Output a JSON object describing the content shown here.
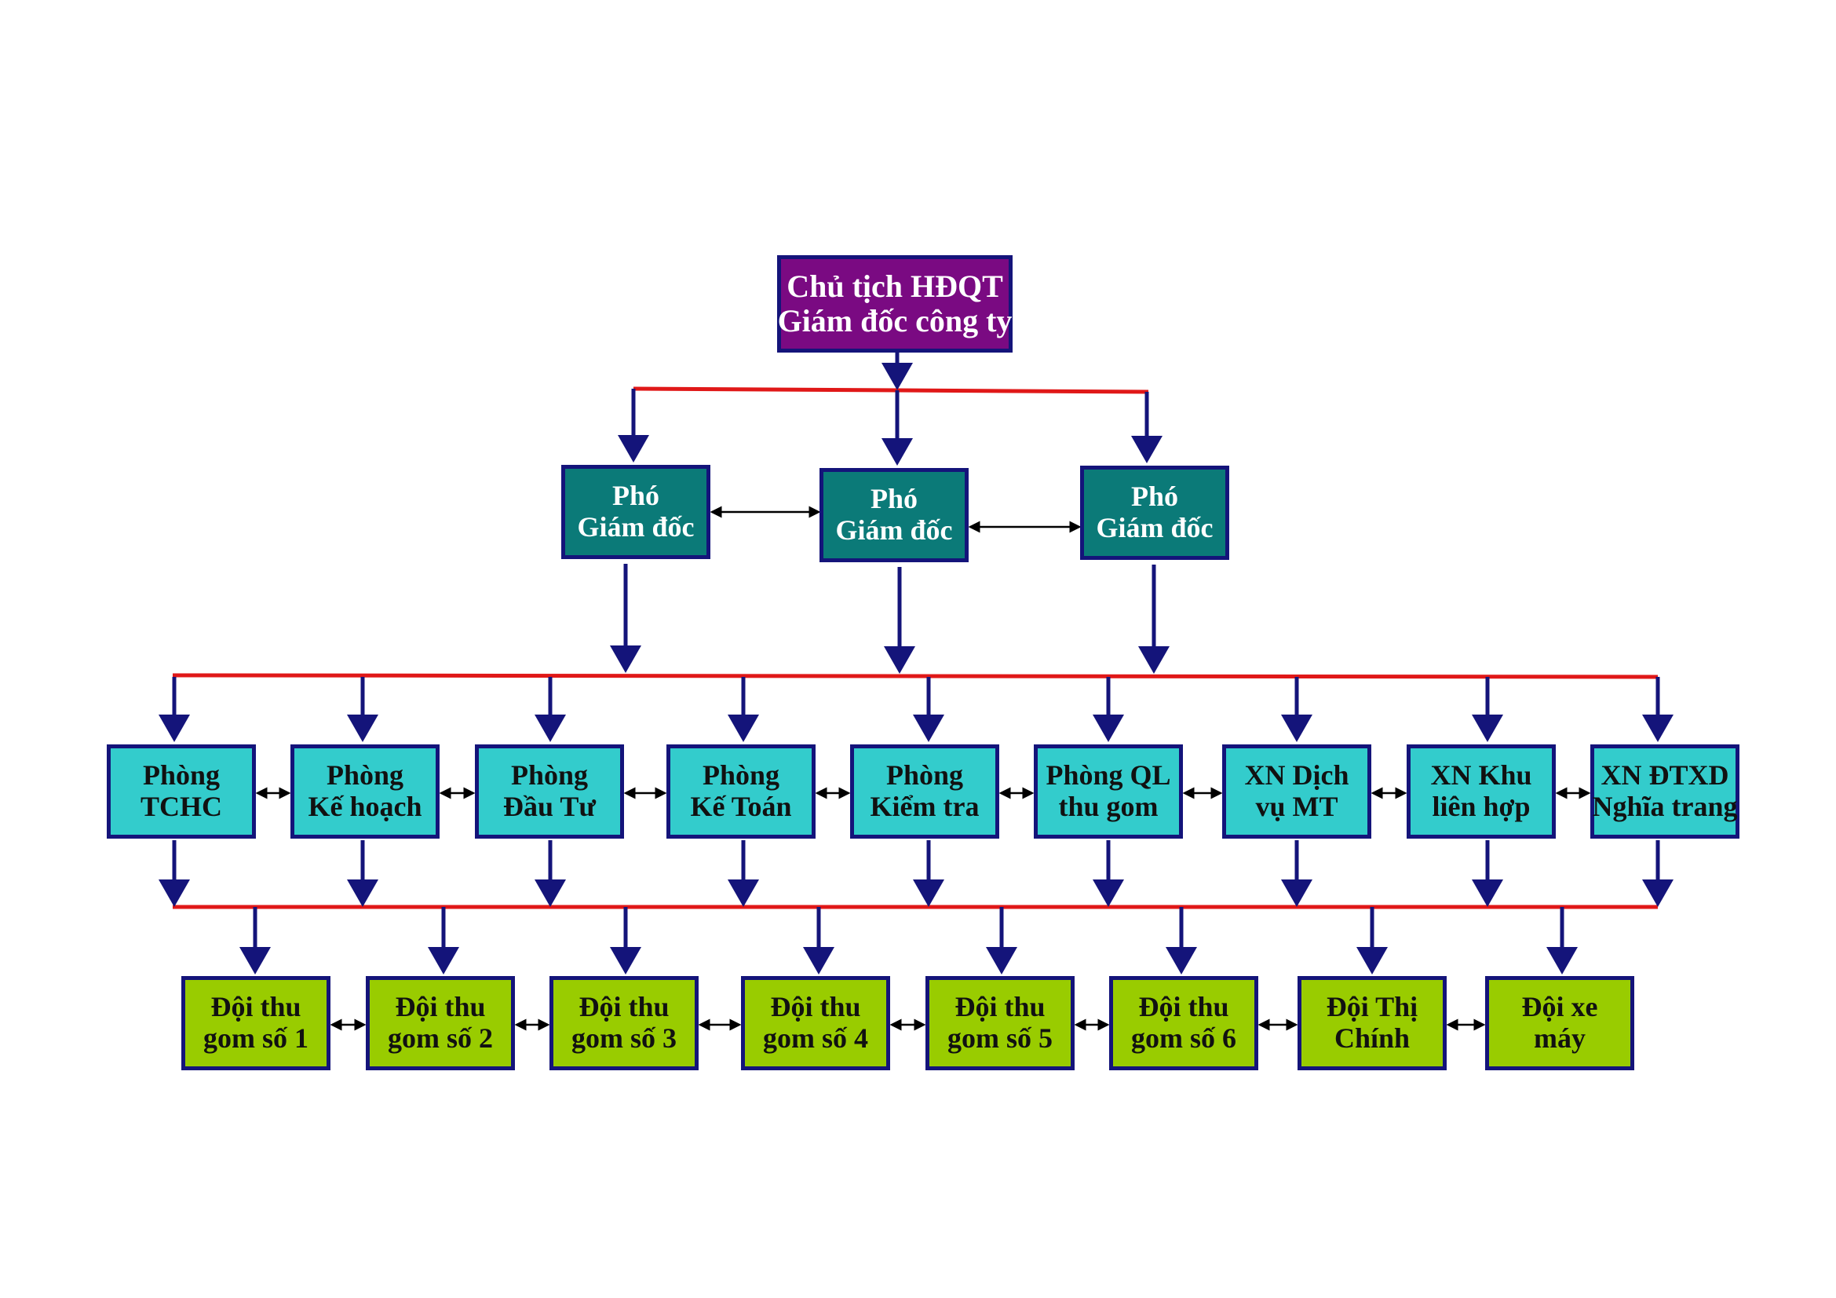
{
  "colors": {
    "border": "#14147a",
    "red_line": "#e01818",
    "arrow": "#14147a",
    "link_arrow": "#000000",
    "director_fill": "#7a0a82",
    "deputy_fill": "#0b7a78",
    "department_fill": "#33cccc",
    "team_fill": "#99cc00"
  },
  "director": {
    "line1": "Chủ tịch HĐQT",
    "line2": "Giám đốc công ty"
  },
  "deputies": [
    {
      "line1": "Phó",
      "line2": "Giám đốc"
    },
    {
      "line1": "Phó",
      "line2": "Giám đốc"
    },
    {
      "line1": "Phó",
      "line2": "Giám đốc"
    }
  ],
  "departments": [
    {
      "line1": "Phòng",
      "line2": "TCHC"
    },
    {
      "line1": "Phòng",
      "line2": "Kế hoạch"
    },
    {
      "line1": "Phòng",
      "line2": "Đầu Tư"
    },
    {
      "line1": "Phòng",
      "line2": "Kế Toán"
    },
    {
      "line1": "Phòng",
      "line2": "Kiểm tra"
    },
    {
      "line1": "Phòng QL",
      "line2": "thu gom"
    },
    {
      "line1": "XN Dịch",
      "line2": "vụ MT"
    },
    {
      "line1": "XN Khu",
      "line2": "liên hợp"
    },
    {
      "line1": "XN ĐTXD",
      "line2": "Nghĩa trang"
    }
  ],
  "teams": [
    {
      "line1": "Đội thu",
      "line2": "gom số 1"
    },
    {
      "line1": "Đội thu",
      "line2": "gom số 2"
    },
    {
      "line1": "Đội thu",
      "line2": "gom số 3"
    },
    {
      "line1": "Đội thu",
      "line2": "gom số 4"
    },
    {
      "line1": "Đội thu",
      "line2": "gom số 5"
    },
    {
      "line1": "Đội thu",
      "line2": "gom số 6"
    },
    {
      "line1": "Đội Thị",
      "line2": "Chính"
    },
    {
      "line1": "Đội xe",
      "line2": "máy"
    }
  ]
}
